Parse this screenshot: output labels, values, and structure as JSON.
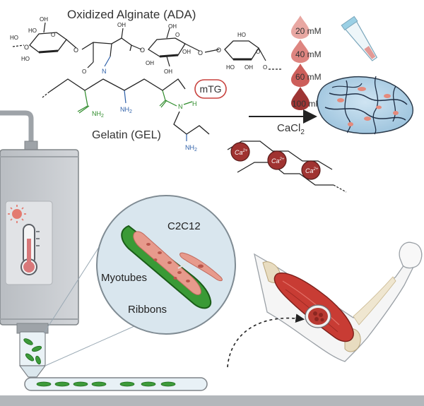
{
  "title": "Oxidized Alginate (ADA)",
  "gelatin_label": "Gelatin (GEL)",
  "crosslinker_label": "mTG",
  "cacl2": {
    "main": "CaCl",
    "sub": "2"
  },
  "calcium_ion": {
    "main": "Ca",
    "sup": "2+"
  },
  "concentrations": [
    "20 mM",
    "40 mM",
    "60 mM",
    "100 mM"
  ],
  "cell_line": "C2C12",
  "myotubes_label": "Myotubes",
  "ribbons_label": "Ribbons",
  "chemistry": {
    "hydroxyl": "OH",
    "hydroxyl_left": "HO",
    "amine": "NH",
    "amine_sub": "2",
    "nitrogen": "N",
    "hydrogen": "H",
    "oxygen": "O"
  },
  "colors": {
    "drop_20": "#e8a7a2",
    "drop_40": "#de8580",
    "drop_60": "#cc5e5a",
    "drop_100": "#9e3534",
    "printer_body": "#c9ccd0",
    "ribbon_green": "#2e8b2a",
    "muscle_red": "#c83c34"
  }
}
